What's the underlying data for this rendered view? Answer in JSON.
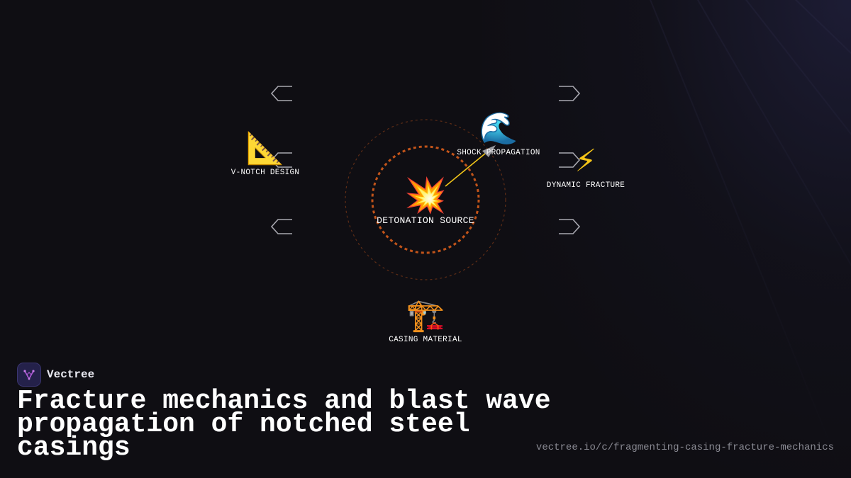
{
  "diagram": {
    "center": {
      "label": "DETONATION SOURCE",
      "icon": "collision-icon",
      "glyph": "💥"
    },
    "nodes": [
      {
        "id": "shock",
        "label": "SHOCK PROPAGATION",
        "icon": "wave-icon",
        "glyph": "🌊"
      },
      {
        "id": "vnotch",
        "label": "V-NOTCH DESIGN",
        "icon": "triangular-ruler-icon",
        "glyph": "📐"
      },
      {
        "id": "fracture",
        "label": "DYNAMIC FRACTURE",
        "icon": "lightning-icon",
        "glyph": "⚡"
      },
      {
        "id": "casing",
        "label": "CASING MATERIAL",
        "icon": "crane-icon",
        "glyph": "🏗️"
      }
    ],
    "colors": {
      "ring": "#c2541a",
      "arrow": "#f0c419",
      "chevron": "#a8a8b0"
    }
  },
  "brand": {
    "name": "Vectree"
  },
  "title": "Fracture mechanics and blast wave propagation of notched steel casings",
  "url": "vectree.io/c/fragmenting-casing-fracture-mechanics"
}
